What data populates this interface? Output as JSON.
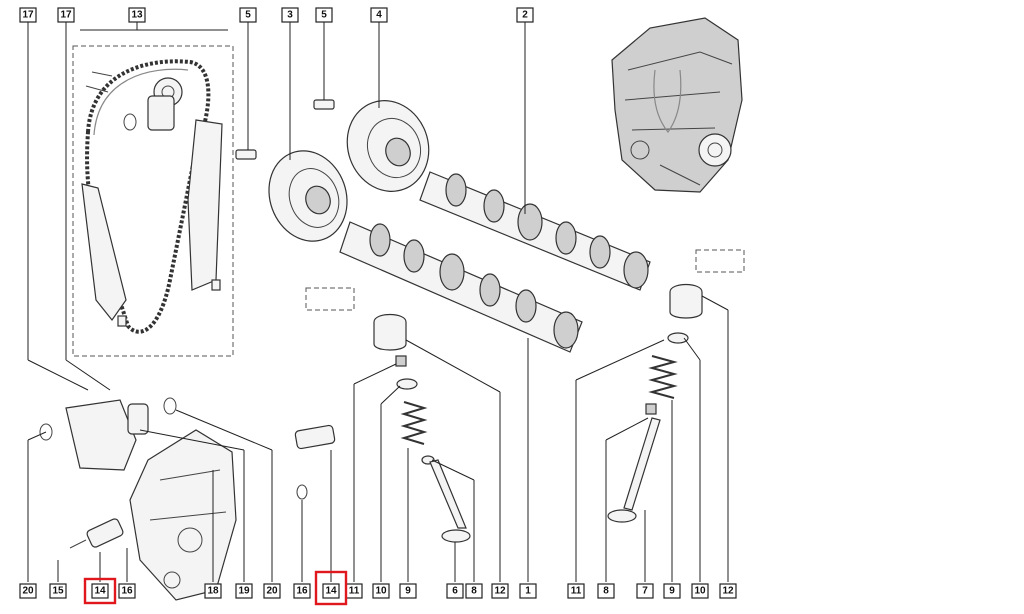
{
  "callouts": [
    {
      "id": "top-17a",
      "label": "17"
    },
    {
      "id": "top-17b",
      "label": "17"
    },
    {
      "id": "top-13",
      "label": "13"
    },
    {
      "id": "top-5a",
      "label": "5"
    },
    {
      "id": "top-3",
      "label": "3"
    },
    {
      "id": "top-5b",
      "label": "5"
    },
    {
      "id": "top-4",
      "label": "4"
    },
    {
      "id": "top-2",
      "label": "2"
    },
    {
      "id": "bot-20",
      "label": "20"
    },
    {
      "id": "bot-15",
      "label": "15"
    },
    {
      "id": "bot-14a",
      "label": "14"
    },
    {
      "id": "bot-16a",
      "label": "16"
    },
    {
      "id": "bot-18",
      "label": "18"
    },
    {
      "id": "bot-19",
      "label": "19"
    },
    {
      "id": "bot-20b",
      "label": "20"
    },
    {
      "id": "bot-16b",
      "label": "16"
    },
    {
      "id": "bot-14b",
      "label": "14"
    },
    {
      "id": "bot-11a",
      "label": "11"
    },
    {
      "id": "bot-10a",
      "label": "10"
    },
    {
      "id": "bot-9a",
      "label": "9"
    },
    {
      "id": "bot-6",
      "label": "6"
    },
    {
      "id": "bot-8a",
      "label": "8"
    },
    {
      "id": "bot-12a",
      "label": "12"
    },
    {
      "id": "bot-1",
      "label": "1"
    },
    {
      "id": "bot-11b",
      "label": "11"
    },
    {
      "id": "bot-8b",
      "label": "8"
    },
    {
      "id": "bot-7",
      "label": "7"
    },
    {
      "id": "bot-9b",
      "label": "9"
    },
    {
      "id": "bot-10b",
      "label": "10"
    },
    {
      "id": "bot-12b",
      "label": "12"
    }
  ],
  "highlighted": [
    "bot-14a",
    "bot-14b"
  ],
  "colors": {
    "highlight": "#e0181e",
    "line": "#222222",
    "background": "#ffffff"
  }
}
